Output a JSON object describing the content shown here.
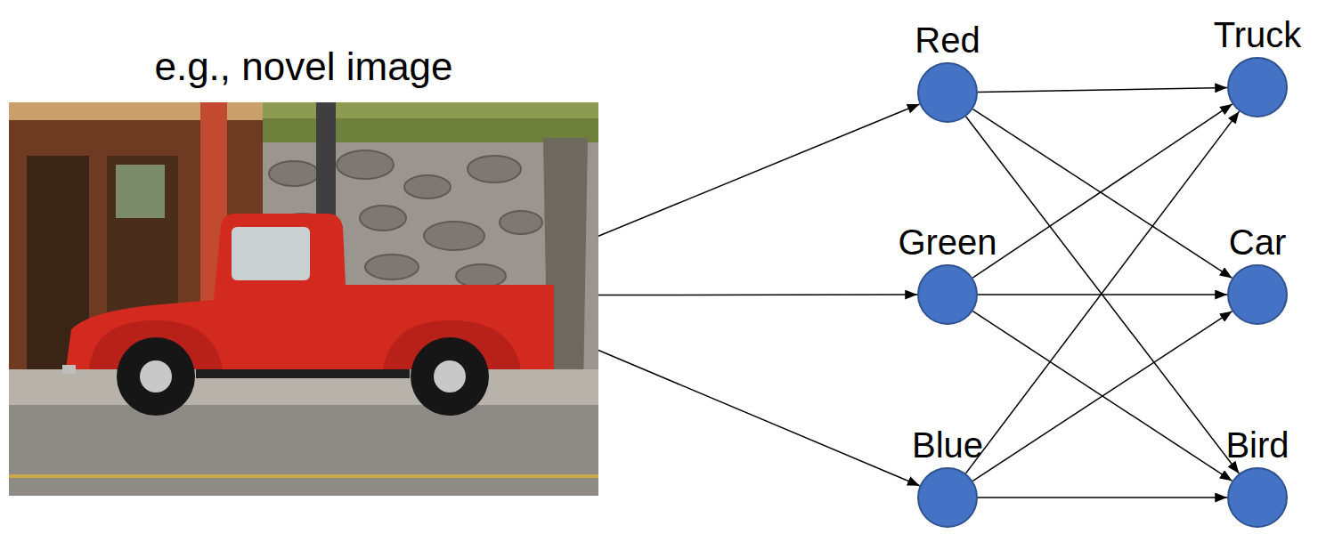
{
  "diagram": {
    "nodes": [
      {
        "text": [
          "e.g., novel image"
        ]
      },
      {
        "text": [
          "Red"
        ]
      },
      {
        "text": [
          "Green"
        ]
      },
      {
        "text": [
          "Blue"
        ]
      },
      {
        "text": [
          "Truck"
        ]
      },
      {
        "text": [
          "Car"
        ]
      },
      {
        "text": [
          "Bird"
        ]
      }
    ],
    "edges": [
      {
        "from": 0,
        "to": 1,
        "arrow": "to"
      },
      {
        "from": 0,
        "to": 2,
        "arrow": "to"
      },
      {
        "from": 0,
        "to": 3,
        "arrow": "to"
      },
      {
        "from": 1,
        "to": 4,
        "arrow": "to"
      },
      {
        "from": 1,
        "to": 5,
        "arrow": "to"
      },
      {
        "from": 1,
        "to": 6,
        "arrow": "to"
      },
      {
        "from": 2,
        "to": 4,
        "arrow": "to"
      },
      {
        "from": 2,
        "to": 5,
        "arrow": "to"
      },
      {
        "from": 2,
        "to": 6,
        "arrow": "to"
      },
      {
        "from": 3,
        "to": 4,
        "arrow": "to"
      },
      {
        "from": 3,
        "to": 5,
        "arrow": "to"
      },
      {
        "from": 3,
        "to": 6,
        "arrow": "to"
      }
    ]
  }
}
